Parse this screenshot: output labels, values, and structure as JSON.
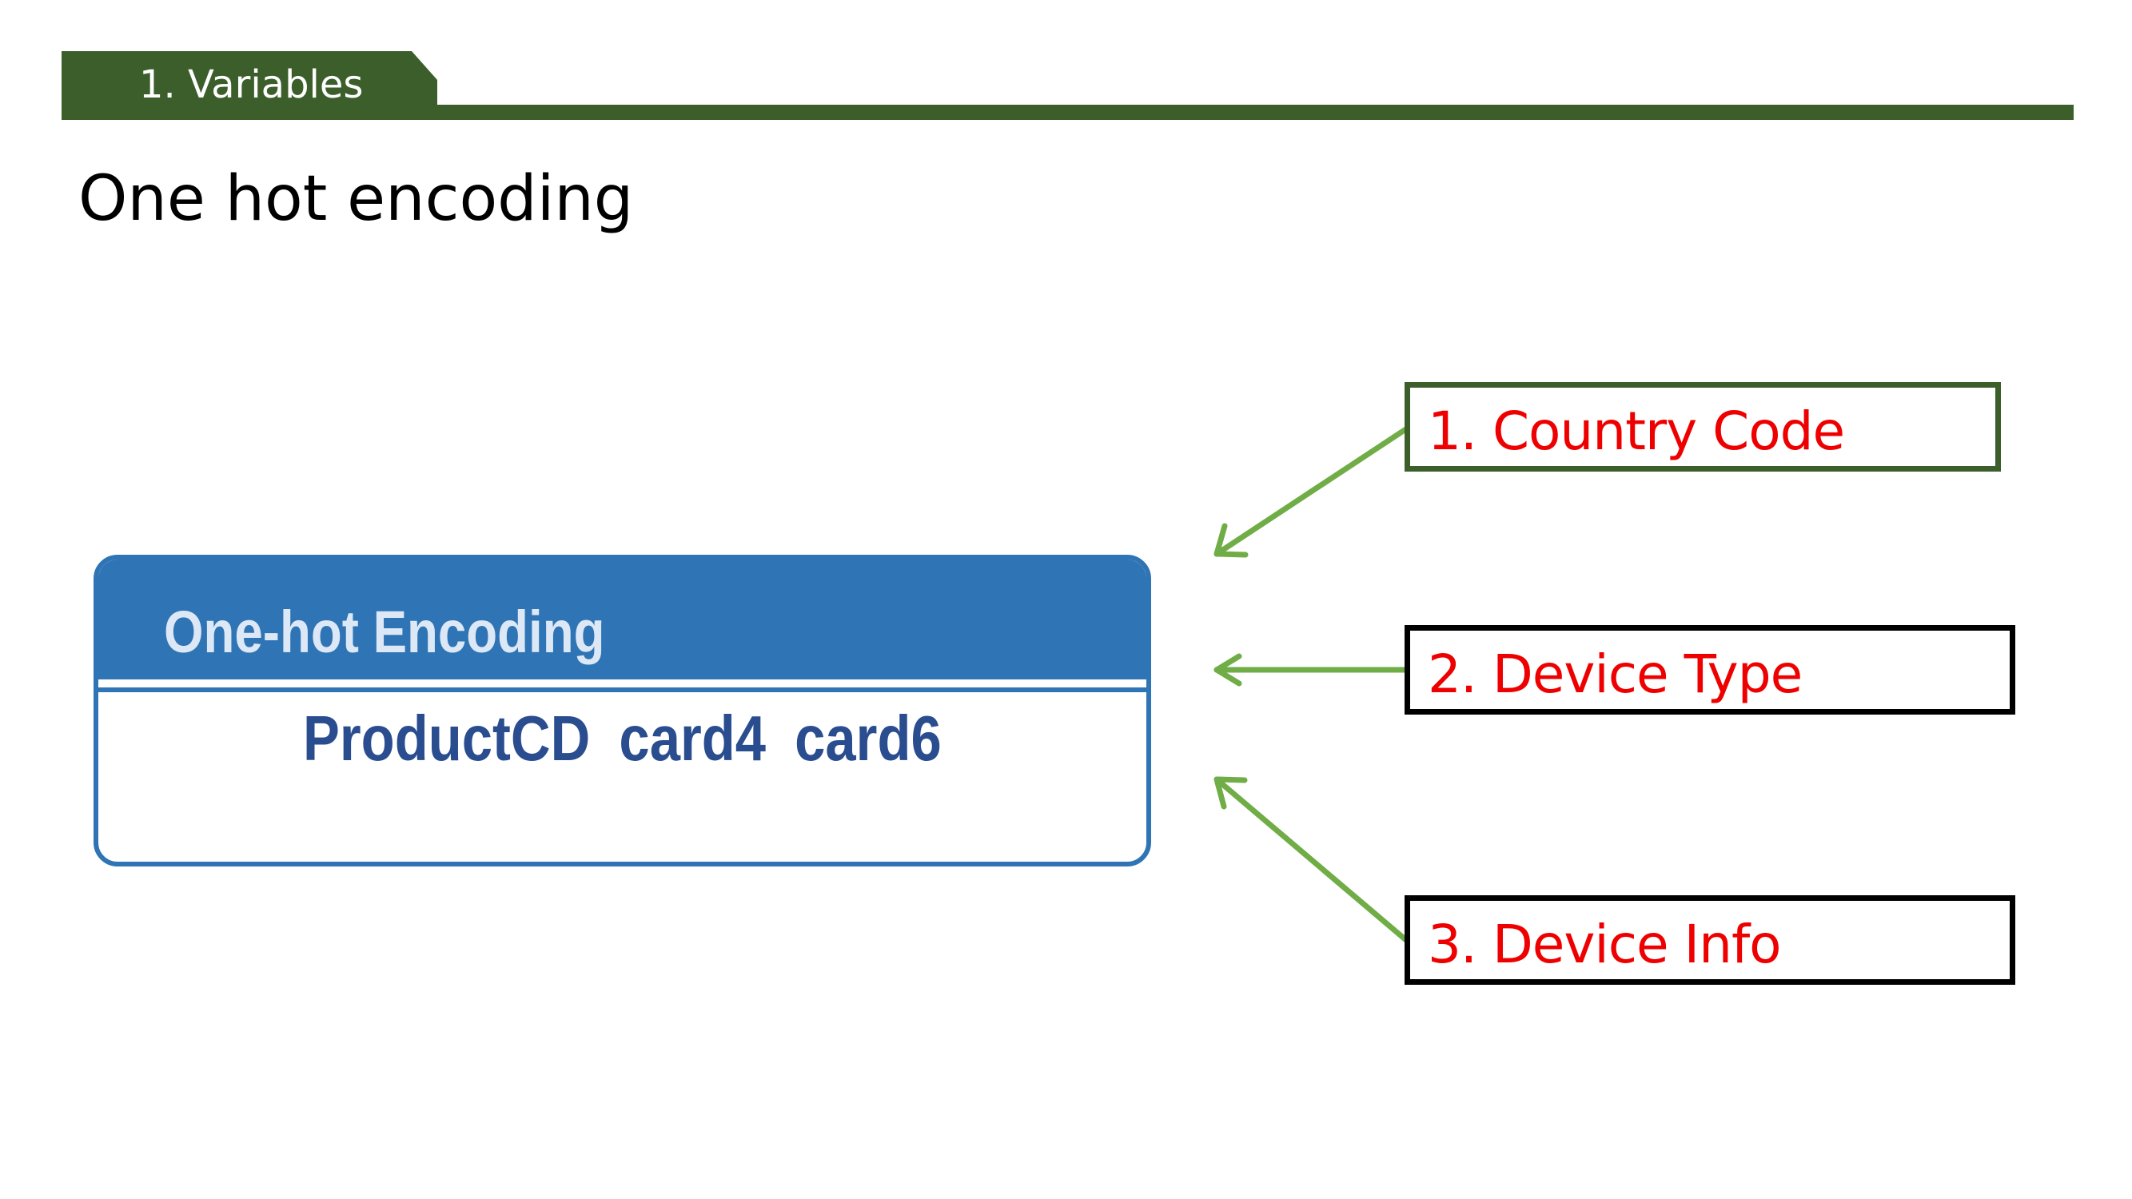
{
  "header": {
    "section_label": "1. Variables",
    "page_title": "One hot encoding"
  },
  "encoding_card": {
    "title": "One-hot Encoding",
    "variables": [
      "ProductCD",
      "card4",
      "card6"
    ]
  },
  "labels": [
    {
      "text": "1. Country Code"
    },
    {
      "text": "2. Device Type"
    },
    {
      "text": "3. Device Info"
    }
  ],
  "colors": {
    "header_green": "#3c5e2b",
    "card_blue": "#2f74b5",
    "variable_text": "#2a4d8f",
    "label_text_red": "#ee0000",
    "arrow_green": "#70ad47"
  }
}
